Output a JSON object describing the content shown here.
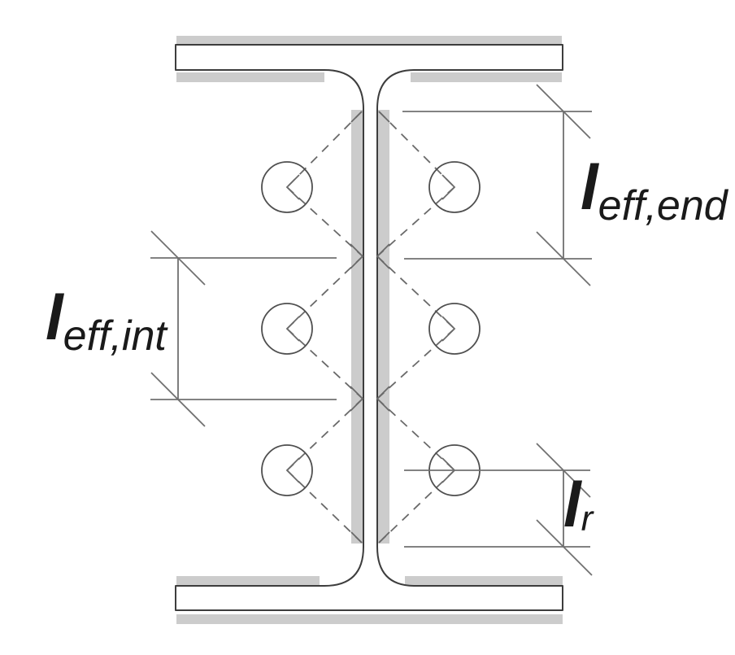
{
  "diagram": {
    "type": "engineering-drawing",
    "subject": "bolted I-section with T-stub effective length dimensions",
    "labels": {
      "eff_end": {
        "symbol": "l",
        "subscript": "eff,end"
      },
      "eff_int": {
        "symbol": "l",
        "subscript": "eff,int"
      },
      "r": {
        "symbol": "l",
        "subscript": "r"
      }
    },
    "bolts": {
      "count": 6,
      "rows": 3,
      "columns": 2
    },
    "colors": {
      "background": "#ffffff",
      "shadow": "#cccccc",
      "profile_outline": "#3d3d3d",
      "profile_fill": "#ffffff",
      "bolt_stroke": "#4f4f4f",
      "yield_line": "#6a6a6a",
      "dimension_line": "#707070",
      "label_text": "#1a1a1a"
    }
  }
}
